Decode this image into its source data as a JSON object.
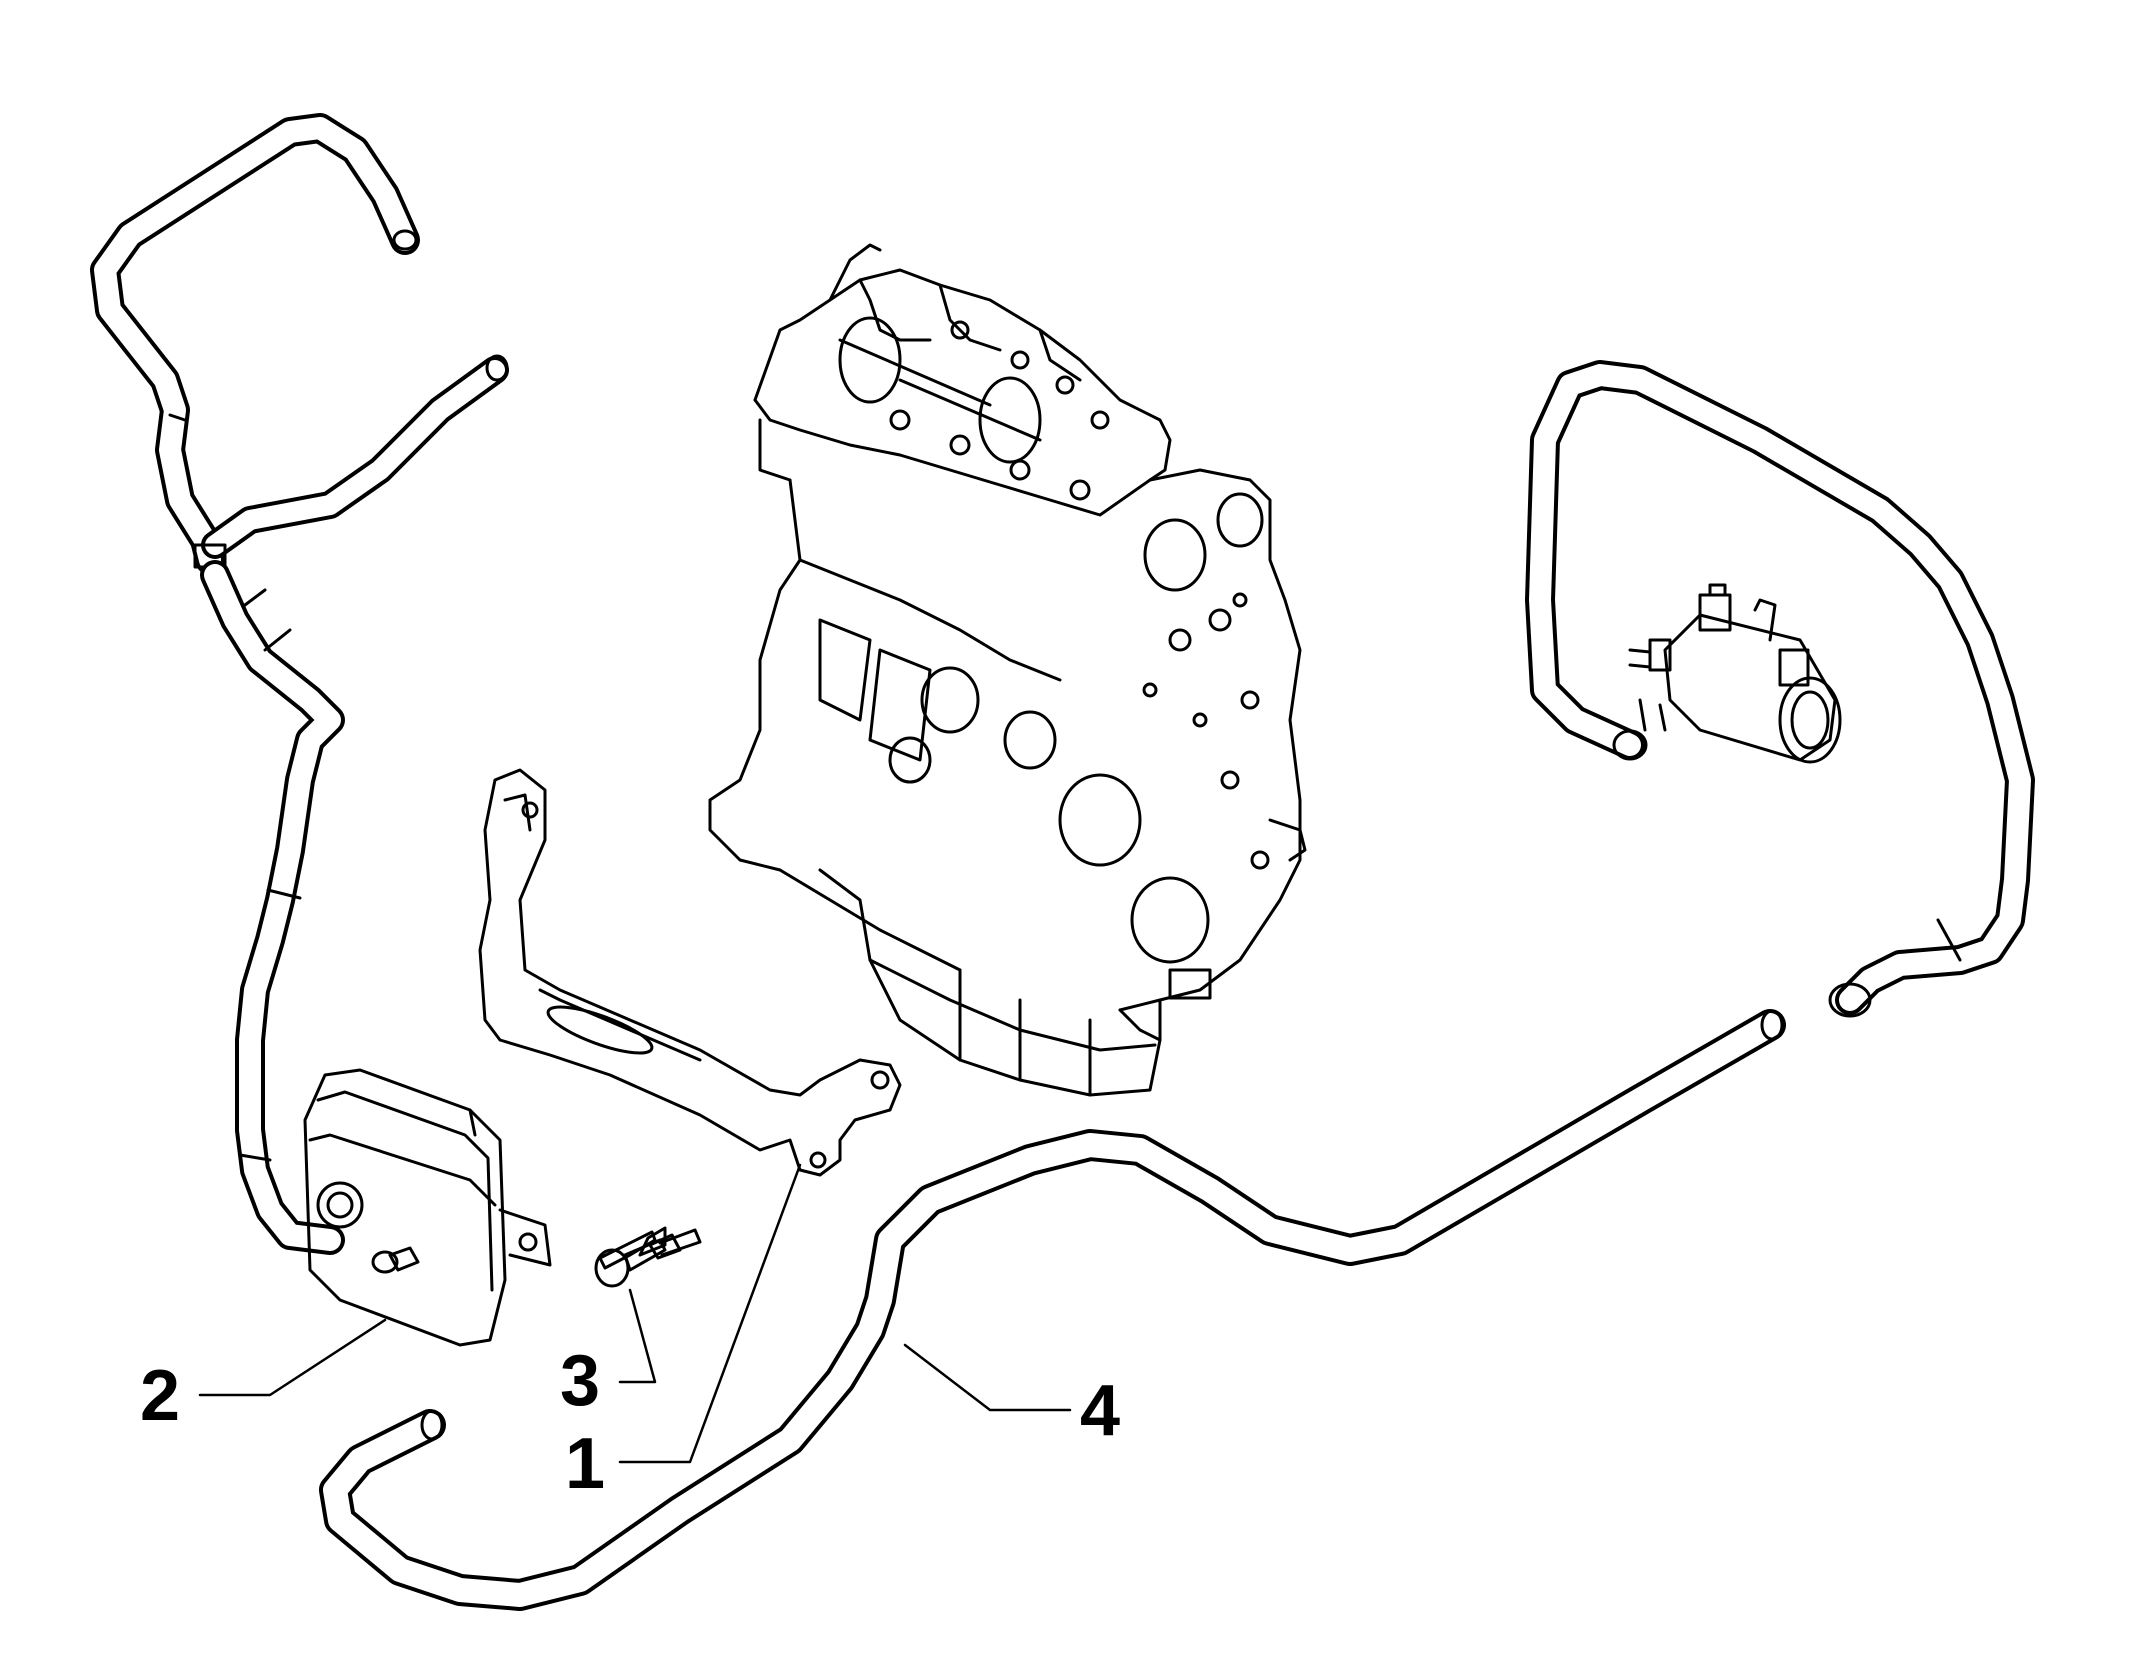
{
  "diagram": {
    "background": "#ffffff",
    "line_color": "#000000",
    "callouts": [
      {
        "id": "1",
        "label": "1"
      },
      {
        "id": "2",
        "label": "2"
      },
      {
        "id": "3",
        "label": "3"
      },
      {
        "id": "4",
        "label": "4"
      }
    ],
    "components": [
      {
        "ref": "1",
        "icon": "bracket-icon"
      },
      {
        "ref": "2",
        "icon": "oil-separator-icon"
      },
      {
        "ref": "3",
        "icon": "bolt-icon"
      },
      {
        "ref": "4",
        "icon": "hose-icon"
      }
    ]
  }
}
